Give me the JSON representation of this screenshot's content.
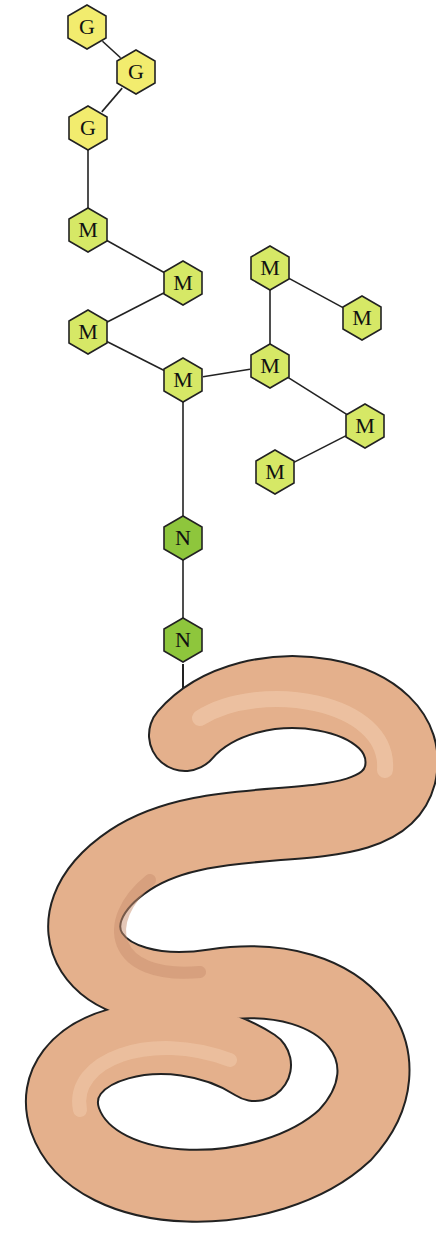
{
  "diagram": {
    "nodes": [
      {
        "text": [
          "G"
        ]
      },
      {
        "text": [
          "G"
        ]
      },
      {
        "text": [
          "G"
        ]
      },
      {
        "text": [
          "M"
        ]
      },
      {
        "text": [
          "M"
        ]
      },
      {
        "text": [
          "M"
        ]
      },
      {
        "text": [
          "M"
        ]
      },
      {
        "text": [
          "M"
        ]
      },
      {
        "text": [
          "M"
        ]
      },
      {
        "text": [
          "M"
        ]
      },
      {
        "text": [
          "M"
        ]
      },
      {
        "text": [
          "M"
        ]
      },
      {
        "text": [
          "N"
        ]
      },
      {
        "text": [
          "N"
        ]
      }
    ],
    "edges": [
      {
        "from": 0,
        "to": 1,
        "arrow": "none"
      },
      {
        "from": 1,
        "to": 2,
        "arrow": "none"
      },
      {
        "from": 2,
        "to": 3,
        "arrow": "none"
      },
      {
        "from": 3,
        "to": 4,
        "arrow": "none"
      },
      {
        "from": 4,
        "to": 5,
        "arrow": "none"
      },
      {
        "from": 5,
        "to": 6,
        "arrow": "none"
      },
      {
        "from": 6,
        "to": 9,
        "arrow": "none"
      },
      {
        "from": 9,
        "to": 7,
        "arrow": "none"
      },
      {
        "from": 7,
        "to": 8,
        "arrow": "none"
      },
      {
        "from": 9,
        "to": 10,
        "arrow": "none"
      },
      {
        "from": 10,
        "to": 11,
        "arrow": "none"
      },
      {
        "from": 6,
        "to": 12,
        "arrow": "none"
      },
      {
        "from": 12,
        "to": 13,
        "arrow": "none"
      }
    ]
  }
}
